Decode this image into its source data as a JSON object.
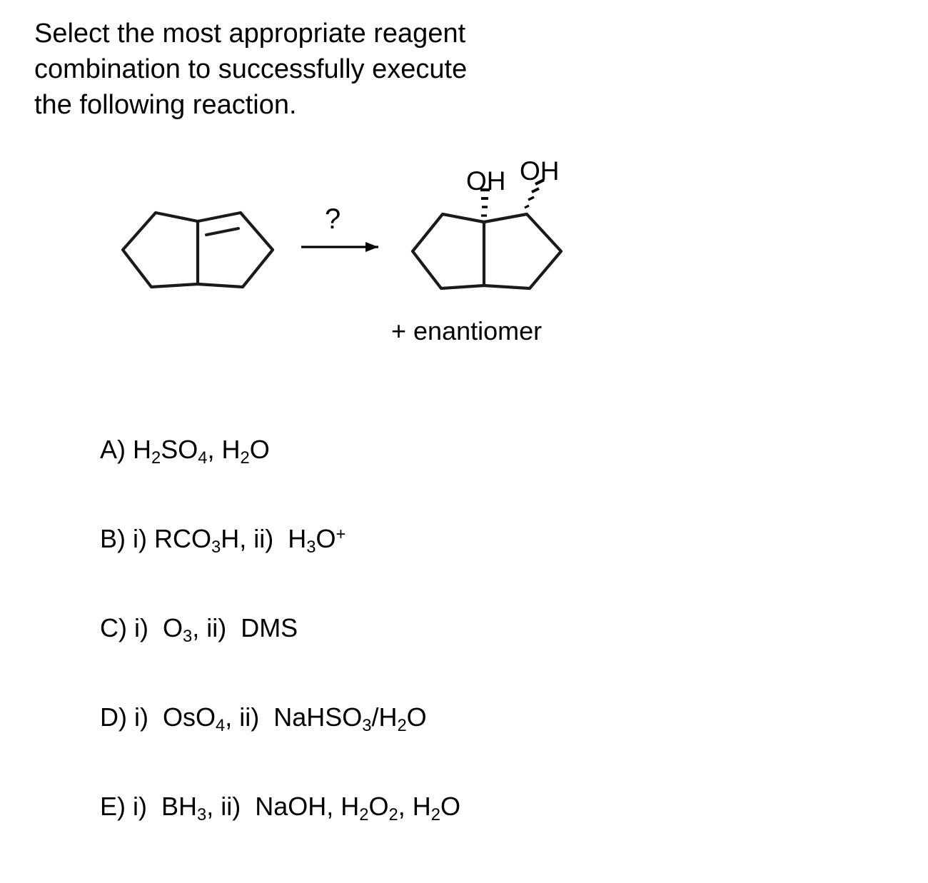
{
  "question": {
    "lines": [
      "Select the most appropriate reagent",
      "combination to successfully execute",
      "the following reaction."
    ],
    "full_text": "Select the most appropriate reagent combination to successfully execute the following reaction."
  },
  "reaction": {
    "reactant": {
      "name": "bicyclo[3.3.0]oct-1(2)-ene",
      "description": "fused bicyclic five-membered ring system (pentalene skeleton) with one carbon-carbon double bond in the right-hand ring at the ring-fusion carbon",
      "ring_count": 2,
      "double_bonds": 1
    },
    "arrow": {
      "label": "?",
      "direction": "right"
    },
    "product": {
      "name": "cis-1,2-diol of the bicyclooctane",
      "description": "same fused bicyclic skeleton with two hydroxyl groups added syn (cis) across the former double bond, both drawn with hashed wedge bonds",
      "substituent_labels": [
        "OH",
        "OH"
      ],
      "stereo_note": "+ enantiomer",
      "bond_style": "hashed-wedge"
    }
  },
  "choices": [
    {
      "letter": "A)",
      "text": "H2SO4, H2O",
      "parts": [
        {
          "t": "A) H"
        },
        {
          "sub": "2"
        },
        {
          "t": "SO"
        },
        {
          "sub": "4"
        },
        {
          "t": ", H"
        },
        {
          "sub": "2"
        },
        {
          "t": "O"
        }
      ]
    },
    {
      "letter": "B)",
      "text": "i) RCO3H, ii)  H3O+",
      "parts": [
        {
          "t": "B) i) RCO"
        },
        {
          "sub": "3"
        },
        {
          "t": "H, ii)  H"
        },
        {
          "sub": "3"
        },
        {
          "t": "O"
        },
        {
          "sup": "+"
        }
      ]
    },
    {
      "letter": "C)",
      "text": "i)  O3, ii)  DMS",
      "parts": [
        {
          "t": "C) i)  O"
        },
        {
          "sub": "3"
        },
        {
          "t": ", ii)  DMS"
        }
      ]
    },
    {
      "letter": "D)",
      "text": "i)  OsO4, ii)  NaHSO3/H2O",
      "parts": [
        {
          "t": "D) i)  OsO"
        },
        {
          "sub": "4"
        },
        {
          "t": ", ii)  NaHSO"
        },
        {
          "sub": "3"
        },
        {
          "t": "/H"
        },
        {
          "sub": "2"
        },
        {
          "t": "O"
        }
      ]
    },
    {
      "letter": "E)",
      "text": "i)  BH3, ii)  NaOH, H2O2, H2O",
      "parts": [
        {
          "t": "E) i)  BH"
        },
        {
          "sub": "3"
        },
        {
          "t": ", ii)  NaOH, H"
        },
        {
          "sub": "2"
        },
        {
          "t": "O"
        },
        {
          "sub": "2"
        },
        {
          "t": ", H"
        },
        {
          "sub": "2"
        },
        {
          "t": "O"
        }
      ]
    }
  ],
  "labels": {
    "oh_left": "OH",
    "oh_right": "OH",
    "question_mark": "?",
    "enantiomer": "+ enantiomer"
  },
  "colors": {
    "background": "#ffffff",
    "text": "#000000",
    "bond": "#1a1a1a"
  }
}
